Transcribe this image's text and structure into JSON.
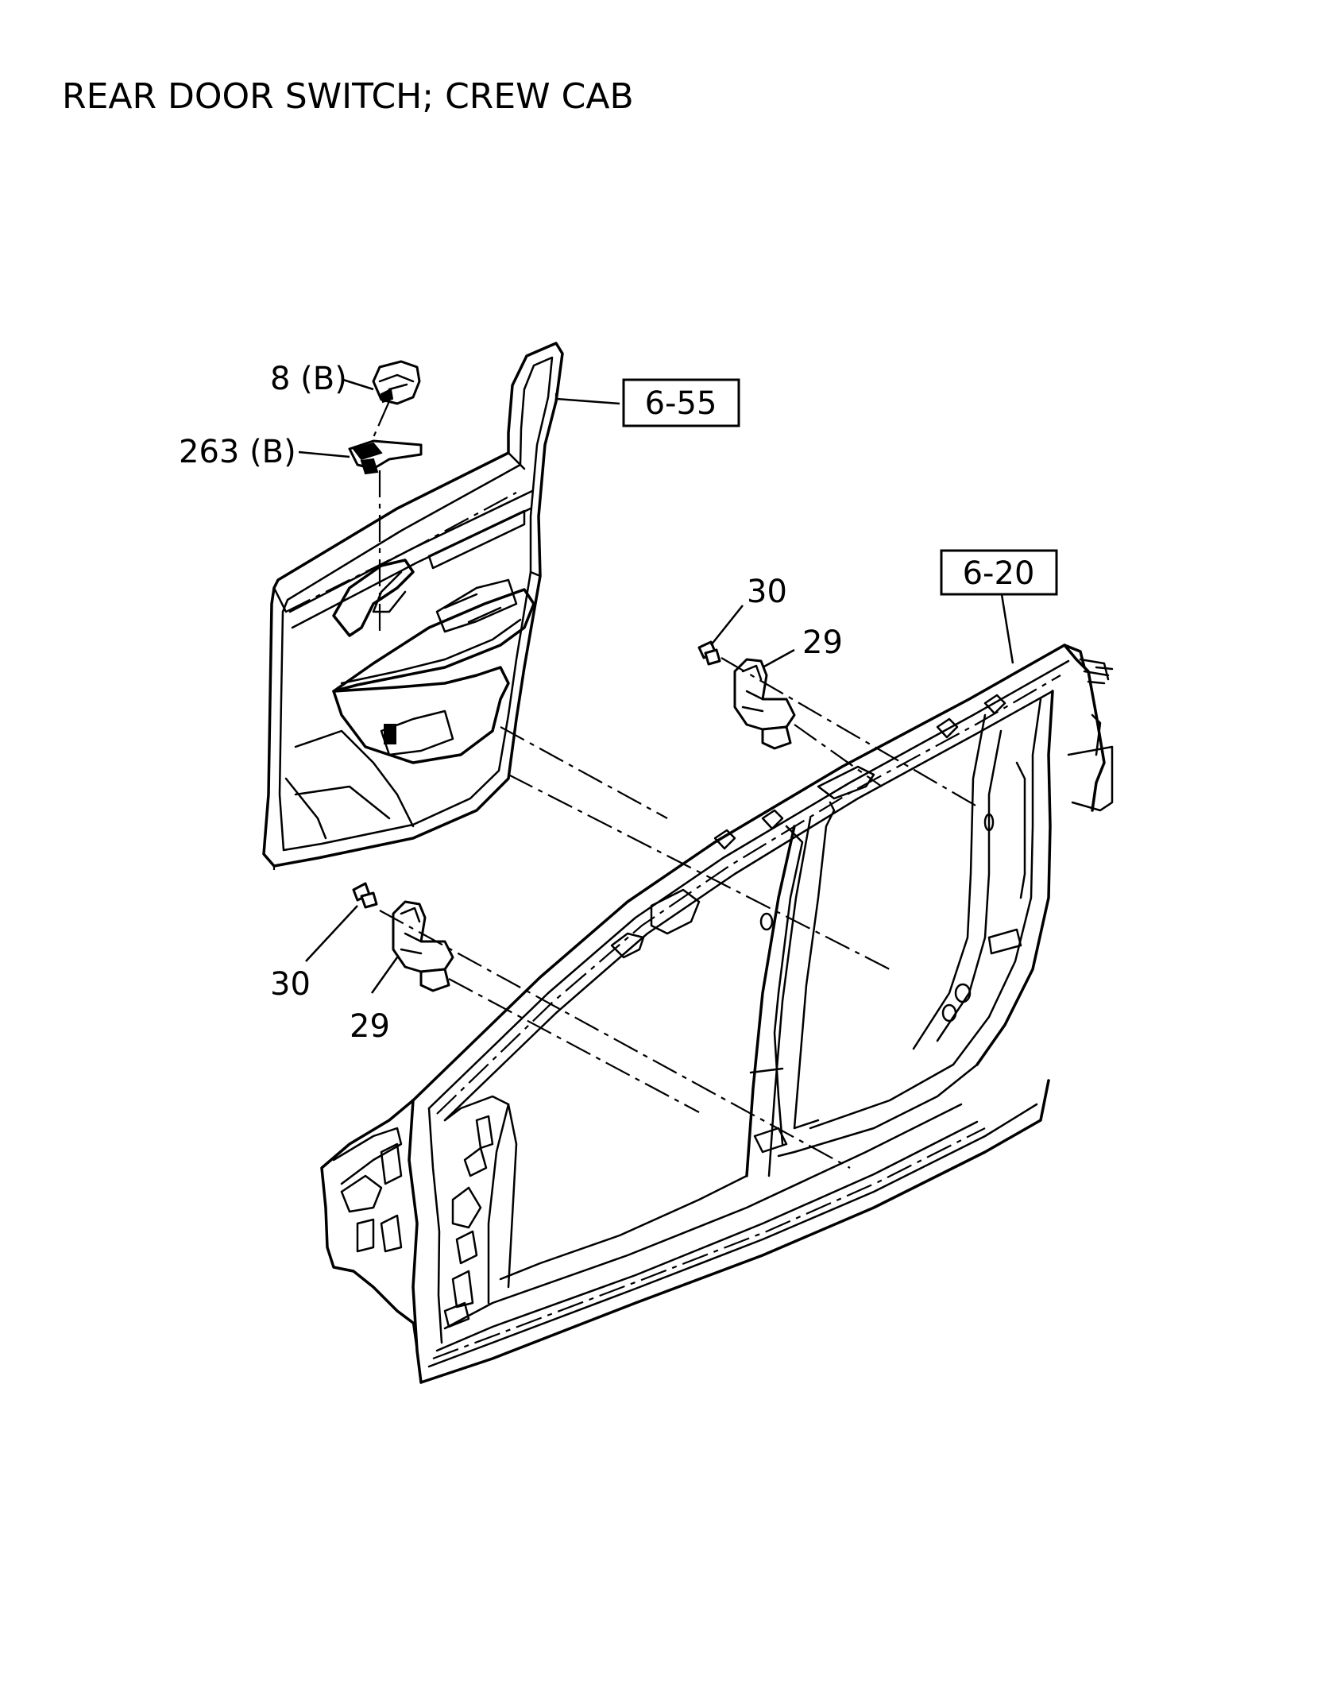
{
  "title": "REAR DOOR SWITCH; CREW CAB",
  "callouts": {
    "part_8b": "8 (B)",
    "part_263b": "263 (B)",
    "ref_6_55": "6-55",
    "ref_6_20": "6-20",
    "part_30_upper": "30",
    "part_29_upper": "29",
    "part_30_lower": "30",
    "part_29_lower": "29"
  },
  "colors": {
    "line": "#000000",
    "background": "#ffffff"
  }
}
